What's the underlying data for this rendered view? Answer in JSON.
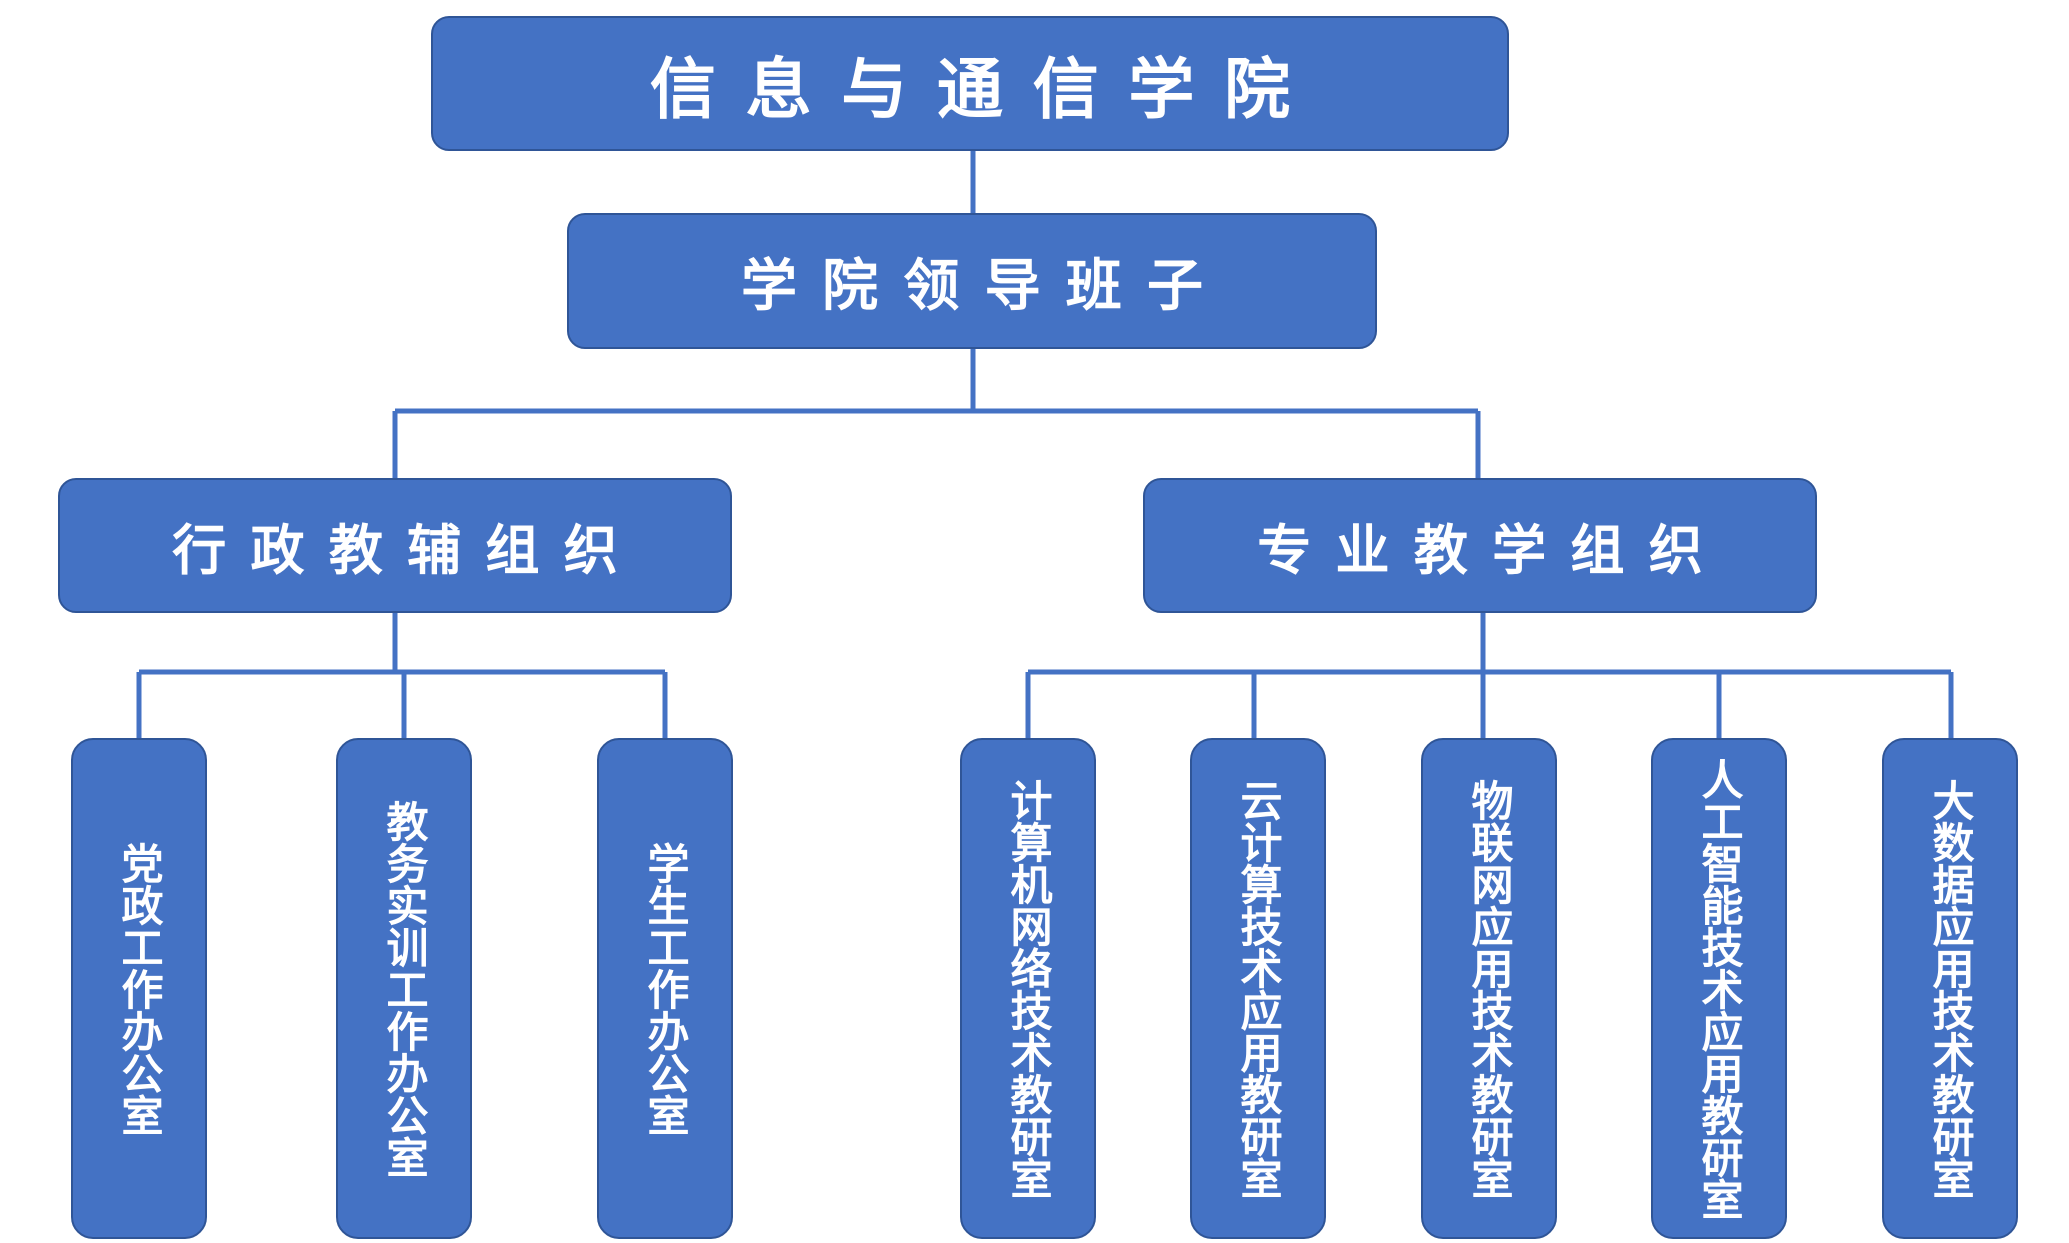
{
  "colors": {
    "box_fill": "#4472c4",
    "box_border": "#2f5597",
    "connector": "#4472c4",
    "text": "#ffffff"
  },
  "root": {
    "label": "信息与通信学院"
  },
  "leadership": {
    "label": "学院领导班子"
  },
  "branches": [
    {
      "label": "行政教辅组织",
      "units": [
        {
          "label": "党政工作办公室"
        },
        {
          "label": "教务实训工作办公室"
        },
        {
          "label": "学生工作办公室"
        }
      ]
    },
    {
      "label": "专业教学组织",
      "units": [
        {
          "label": "计算机网络技术教研室"
        },
        {
          "label": "云计算技术应用教研室"
        },
        {
          "label": "物联网应用技术教研室"
        },
        {
          "label": "人工智能技术应用教研室"
        },
        {
          "label": "大数据应用技术教研室"
        }
      ]
    }
  ]
}
